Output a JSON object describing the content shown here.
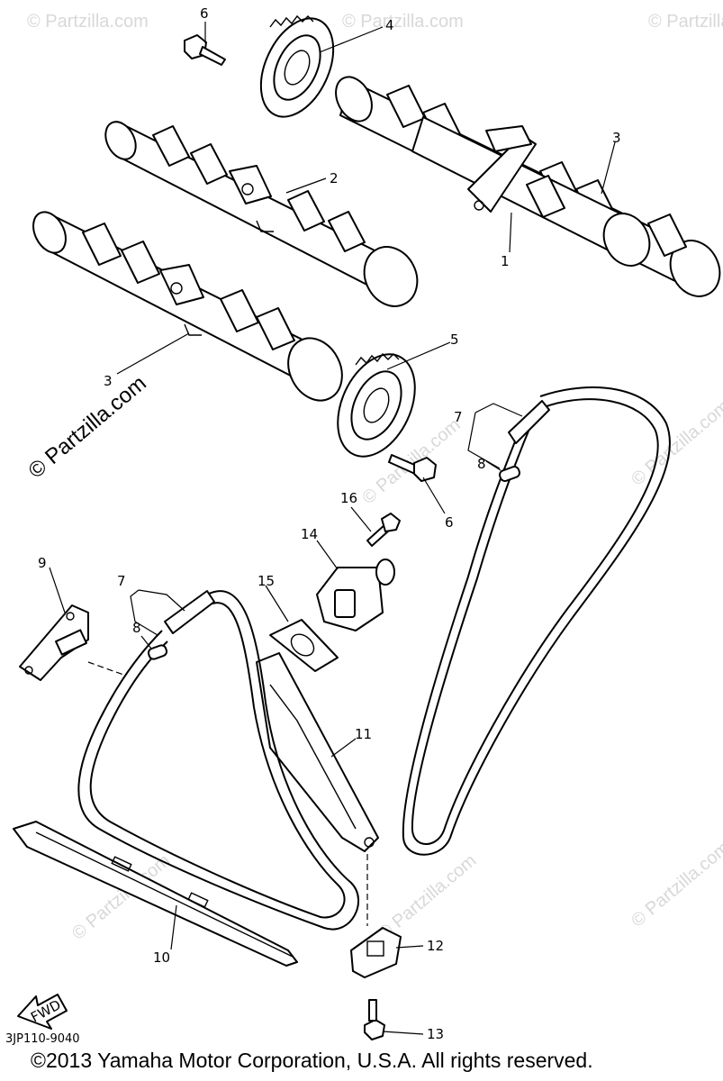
{
  "diagram": {
    "labels": {
      "l1": "1",
      "l2": "2",
      "l3a": "3",
      "l3b": "3",
      "l4": "4",
      "l5": "5",
      "l6a": "6",
      "l6b": "6",
      "l7a": "7",
      "l7b": "7",
      "l8a": "8",
      "l8b": "8",
      "l9": "9",
      "l10": "10",
      "l11": "11",
      "l12": "12",
      "l13": "13",
      "l14": "14",
      "l15": "15",
      "l16": "16"
    },
    "watermark": "© Partzilla.com",
    "fwd": "FWD",
    "diagram_code": "3JP110-9040",
    "copyright": "©2013 Yamaha Motor Corporation, U.S.A. All rights reserved."
  }
}
